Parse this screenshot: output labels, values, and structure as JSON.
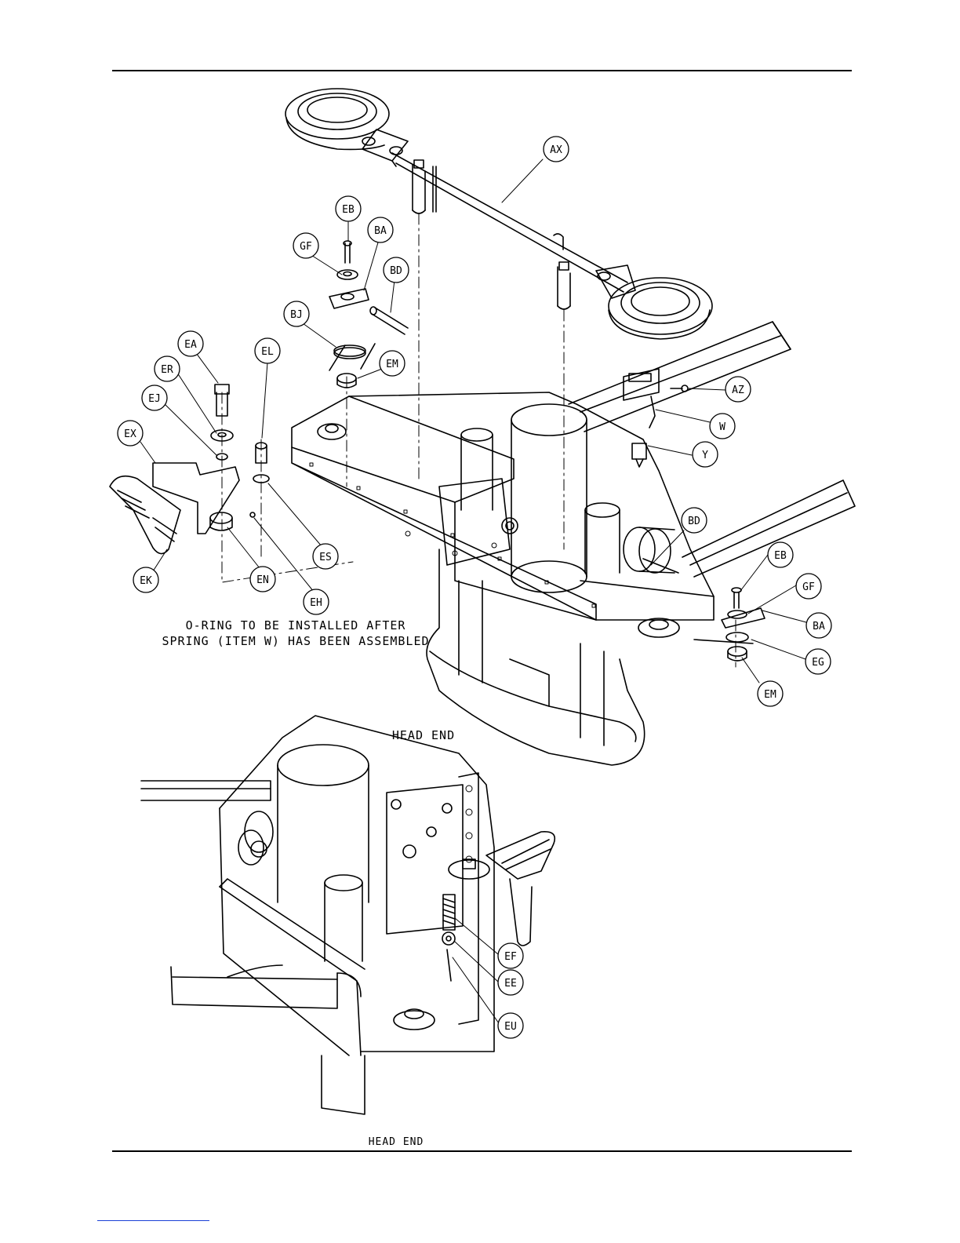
{
  "callouts": [
    {
      "id": "ax",
      "label": "AX"
    },
    {
      "id": "eb1",
      "label": "EB"
    },
    {
      "id": "ba1",
      "label": "BA"
    },
    {
      "id": "gf1",
      "label": "GF"
    },
    {
      "id": "bd1",
      "label": "BD"
    },
    {
      "id": "bj",
      "label": "BJ"
    },
    {
      "id": "em1",
      "label": "EM"
    },
    {
      "id": "el",
      "label": "EL"
    },
    {
      "id": "ea",
      "label": "EA"
    },
    {
      "id": "er",
      "label": "ER"
    },
    {
      "id": "ej",
      "label": "EJ"
    },
    {
      "id": "ex",
      "label": "EX"
    },
    {
      "id": "ek",
      "label": "EK"
    },
    {
      "id": "en",
      "label": "EN"
    },
    {
      "id": "es",
      "label": "ES"
    },
    {
      "id": "eh",
      "label": "EH"
    },
    {
      "id": "az",
      "label": "AZ"
    },
    {
      "id": "w",
      "label": "W"
    },
    {
      "id": "y",
      "label": "Y"
    },
    {
      "id": "bd2",
      "label": "BD"
    },
    {
      "id": "eb2",
      "label": "EB"
    },
    {
      "id": "gf2",
      "label": "GF"
    },
    {
      "id": "ba2",
      "label": "BA"
    },
    {
      "id": "eg",
      "label": "EG"
    },
    {
      "id": "em2",
      "label": "EM"
    },
    {
      "id": "ef",
      "label": "EF"
    },
    {
      "id": "ee",
      "label": "EE"
    },
    {
      "id": "eu",
      "label": "EU"
    }
  ],
  "note": {
    "line1": "O-RING TO BE INSTALLED AFTER",
    "line2": "SPRING (ITEM W) HAS BEEN ASSEMBLED"
  },
  "head_end_upper": "HEAD END",
  "head_end_lower": "HEAD END"
}
